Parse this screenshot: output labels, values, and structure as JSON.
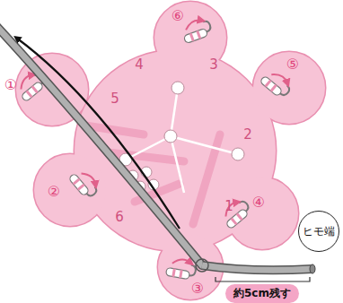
{
  "diagram": {
    "nodes": [
      {
        "text": [
          "ヒモ端"
        ]
      },
      {
        "text": [
          "約5cm残す"
        ]
      }
    ],
    "labels": [
      "①",
      "②",
      "③",
      "④",
      "⑤",
      "⑥",
      "1",
      "2",
      "3",
      "4",
      "5",
      "6"
    ]
  }
}
